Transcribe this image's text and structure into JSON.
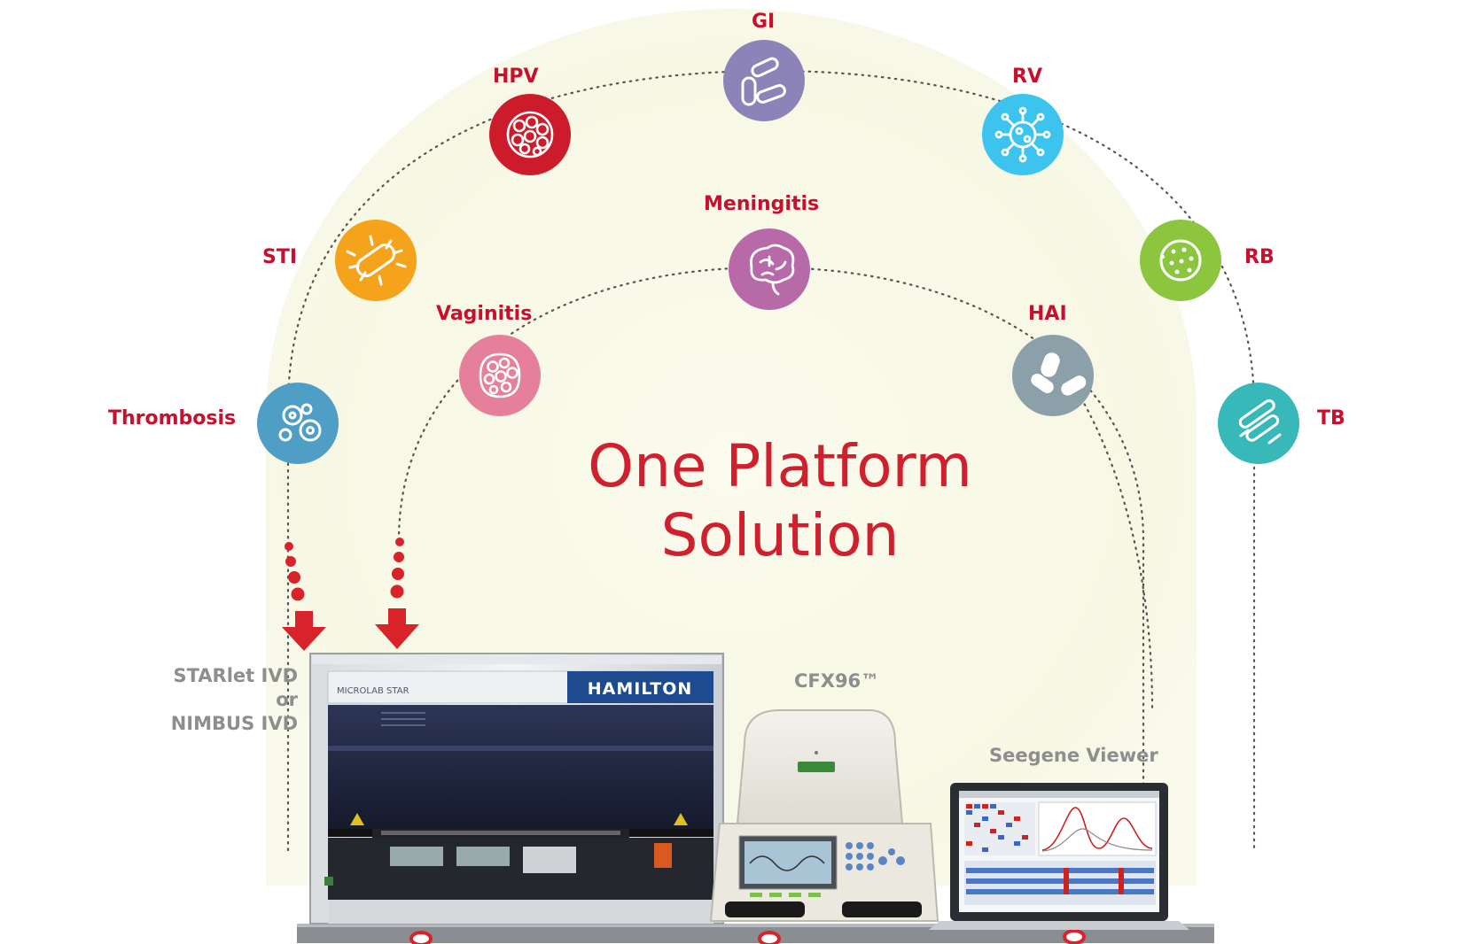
{
  "title": {
    "line1": "One Platform",
    "line2": "Solution"
  },
  "outer_arc": [
    {
      "label": "Thrombosis",
      "color": "#4f9ec6",
      "icon": "cells-icon"
    },
    {
      "label": "STI",
      "color": "#f5a31a",
      "icon": "bacterium-icon"
    },
    {
      "label": "HPV",
      "color": "#cc1b2b",
      "icon": "virus-cluster-icon"
    },
    {
      "label": "GI",
      "color": "#8c83b8",
      "icon": "bacilli-icon"
    },
    {
      "label": "RV",
      "color": "#3cc4ef",
      "icon": "virus-icon"
    },
    {
      "label": "RB",
      "color": "#8cc63f",
      "icon": "coccus-icon"
    },
    {
      "label": "TB",
      "color": "#38b8b8",
      "icon": "rod-bacteria-icon"
    }
  ],
  "inner_arc": [
    {
      "label": "Vaginitis",
      "color": "#e57f9a",
      "icon": "cell-cluster-icon"
    },
    {
      "label": "Meningitis",
      "color": "#b86aa8",
      "icon": "brain-icon"
    },
    {
      "label": "HAI",
      "color": "#8ca0aa",
      "icon": "pills-icon"
    }
  ],
  "instruments": {
    "extraction": {
      "line1": "STARlet IVD",
      "line2": "or",
      "line3": "NIMBUS IVD",
      "brand": "HAMILTON",
      "model": "MICROLAB STAR"
    },
    "pcr": {
      "label": "CFX96™"
    },
    "viewer": {
      "label": "Seegene Viewer"
    }
  },
  "colors": {
    "accent": "#c8102e",
    "background_glow": "#f8f8e8",
    "dots": "#555555",
    "arrow": "#d8232a"
  }
}
